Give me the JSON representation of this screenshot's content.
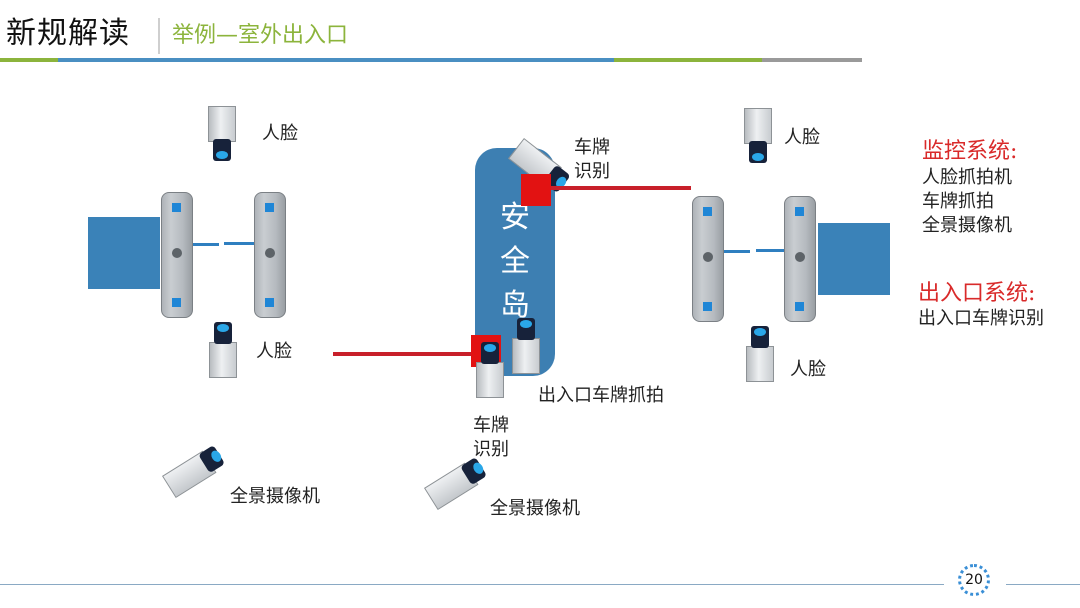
{
  "header": {
    "title": "新规解读",
    "subtitle": "举例—室外出入口"
  },
  "colors": {
    "bar_green": "#8cb43c",
    "bar_blue": "#4a8fc2",
    "bar_gray": "#9a9a9a",
    "island": "#3d7fb2",
    "barrier": "#3a82b8",
    "red_marker": "#e21212",
    "red_line": "#c8202a",
    "system_title": "#d92a2a"
  },
  "diagram": {
    "island_label": "安全岛",
    "labels": {
      "face_top_left": "人脸",
      "face_bottom_left": "人脸",
      "face_top_right": "人脸",
      "face_bottom_right": "人脸",
      "plate_top": "车牌识别",
      "plate_bottom": "车牌识别",
      "entry_plate_capture": "出入口车牌抓拍",
      "panorama_left": "全景摄像机",
      "panorama_center": "全景摄像机"
    }
  },
  "legend": {
    "monitor_title": "监控系统:",
    "monitor_items": [
      "人脸抓拍机",
      "车牌抓拍",
      "全景摄像机"
    ],
    "entry_title": "出入口系统:",
    "entry_items": [
      "出入口车牌识别"
    ]
  },
  "footer": {
    "page_number": "20"
  }
}
